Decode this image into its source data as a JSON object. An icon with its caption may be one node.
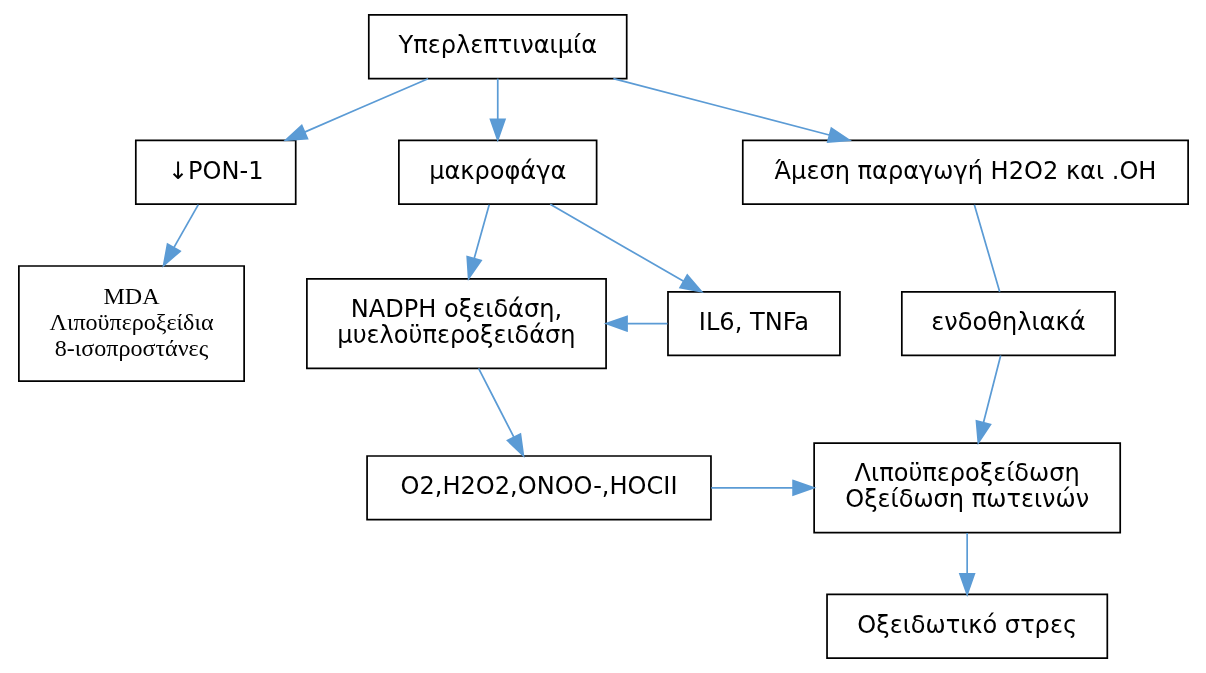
{
  "diagram": {
    "nodes": [
      {
        "text": [
          "Υπερλεπτιναιμία"
        ]
      },
      {
        "text": [
          "↓PON-1"
        ]
      },
      {
        "text": [
          "Άμεση παραγωγή H2O2 και .OH"
        ]
      },
      {
        "text": [
          "μακροφάγα"
        ]
      },
      {
        "text": [
          "MDA",
          "Λιποϋπεροξείδια",
          "8-ισοπροστάνες"
        ]
      },
      {
        "text": [
          "ενδοθηλιακά"
        ]
      },
      {
        "text": [
          "IL6, TNFa"
        ]
      },
      {
        "text": [
          "NADPH οξειδάση,",
          "μυελοϋπεροξειδάση"
        ]
      },
      {
        "text": [
          "Λιποϋπεροξείδωση",
          "Οξείδωση πωτεινών"
        ]
      },
      {
        "text": [
          "O2,H2O2,ONOO-,HOCII"
        ]
      },
      {
        "text": [
          "Οξειδωτικό στρες"
        ]
      }
    ],
    "edges": [
      {
        "from": 0,
        "to": 1,
        "arrow": "to"
      },
      {
        "from": 0,
        "to": 2,
        "arrow": "to"
      },
      {
        "from": 0,
        "to": 3,
        "arrow": "to"
      },
      {
        "from": 1,
        "to": 4,
        "arrow": "to"
      },
      {
        "from": 2,
        "to": 5,
        "arrow": "none"
      },
      {
        "from": 5,
        "to": 8,
        "arrow": "to"
      },
      {
        "from": 3,
        "to": 6,
        "arrow": "to"
      },
      {
        "from": 3,
        "to": 7,
        "arrow": "to"
      },
      {
        "from": 6,
        "to": 7,
        "arrow": "to"
      },
      {
        "from": 7,
        "to": 9,
        "arrow": "to"
      },
      {
        "from": 9,
        "to": 8,
        "arrow": "to"
      },
      {
        "from": 8,
        "to": 10,
        "arrow": "to"
      }
    ]
  }
}
